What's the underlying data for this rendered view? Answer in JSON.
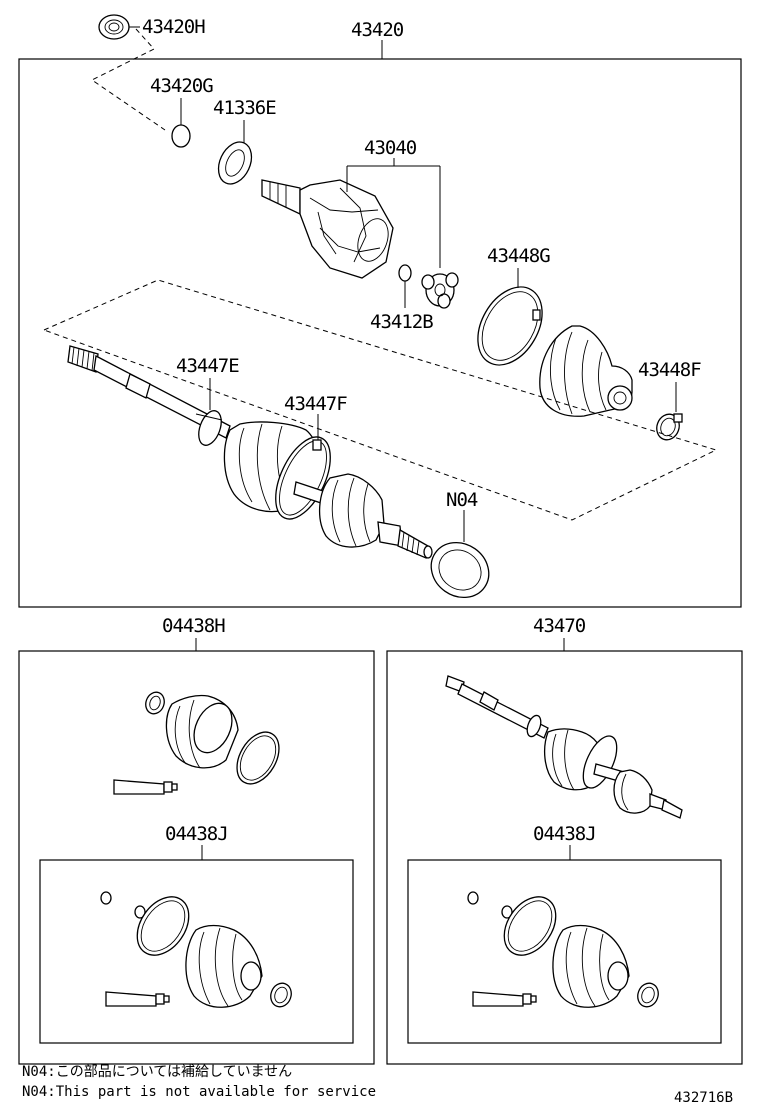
{
  "labels": {
    "p43420H": "43420H",
    "p43420": "43420",
    "p43420G": "43420G",
    "p41336E": "41336E",
    "p43040": "43040",
    "p43448G": "43448G",
    "p43412B": "43412B",
    "p43447E": "43447E",
    "p43448F": "43448F",
    "p43447F": "43447F",
    "pN04": "N04",
    "p04438H": "04438H",
    "p43470": "43470",
    "p04438J_left": "04438J",
    "p04438J_right": "04438J"
  },
  "notes": {
    "japanese": "N04:この部品については補給していません",
    "english": "N04:This part is not available for service"
  },
  "catalog_number": "432716B"
}
